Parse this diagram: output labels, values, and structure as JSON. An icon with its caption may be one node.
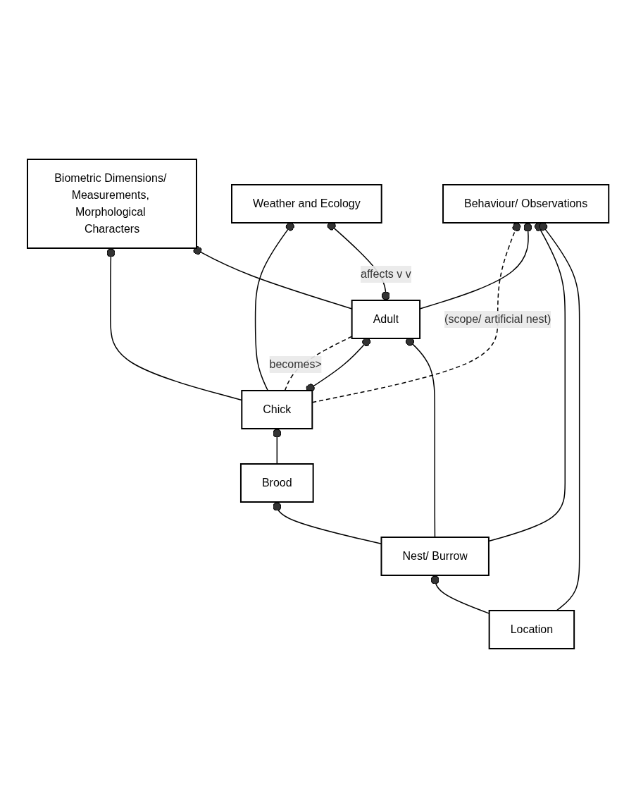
{
  "diagram": {
    "nodes": [
      {
        "text": [
          "Biometric Dimensions/ Measurements, Morphological Characters"
        ]
      },
      {
        "text": [
          "Weather and Ecology"
        ]
      },
      {
        "text": [
          "Chick"
        ]
      },
      {
        "text": [
          "Adult"
        ]
      },
      {
        "text": [
          "Brood"
        ]
      },
      {
        "text": [
          "Nest/ Burrow"
        ]
      },
      {
        "text": [
          "Behaviour/ Observations"
        ]
      },
      {
        "text": [
          "Location"
        ]
      }
    ],
    "edges": [
      {
        "from": 2,
        "to": 0,
        "arrow": "other"
      },
      {
        "from": 3,
        "to": 0,
        "arrow": "other"
      },
      {
        "from": 2,
        "to": 1,
        "arrow": "other"
      },
      {
        "from": 3,
        "to": 1,
        "arrow": "other",
        "label": "affects v v"
      },
      {
        "from": 2,
        "to": 3,
        "arrow": "none",
        "style": "dashed",
        "label": "becomes>"
      },
      {
        "from": 2,
        "to": 3,
        "arrow": "other"
      },
      {
        "from": 4,
        "to": 2,
        "arrow": "other"
      },
      {
        "from": 5,
        "to": 3,
        "arrow": "other"
      },
      {
        "from": 2,
        "to": 6,
        "arrow": "other",
        "style": "dashed",
        "label": "(scope/ artificial nest)"
      },
      {
        "from": 3,
        "to": 6,
        "arrow": "other"
      },
      {
        "from": 5,
        "to": 4,
        "arrow": "other"
      },
      {
        "from": 5,
        "to": 6,
        "arrow": "other"
      },
      {
        "from": 7,
        "to": 5,
        "arrow": "other"
      },
      {
        "from": 7,
        "to": 6,
        "arrow": "other"
      }
    ]
  }
}
